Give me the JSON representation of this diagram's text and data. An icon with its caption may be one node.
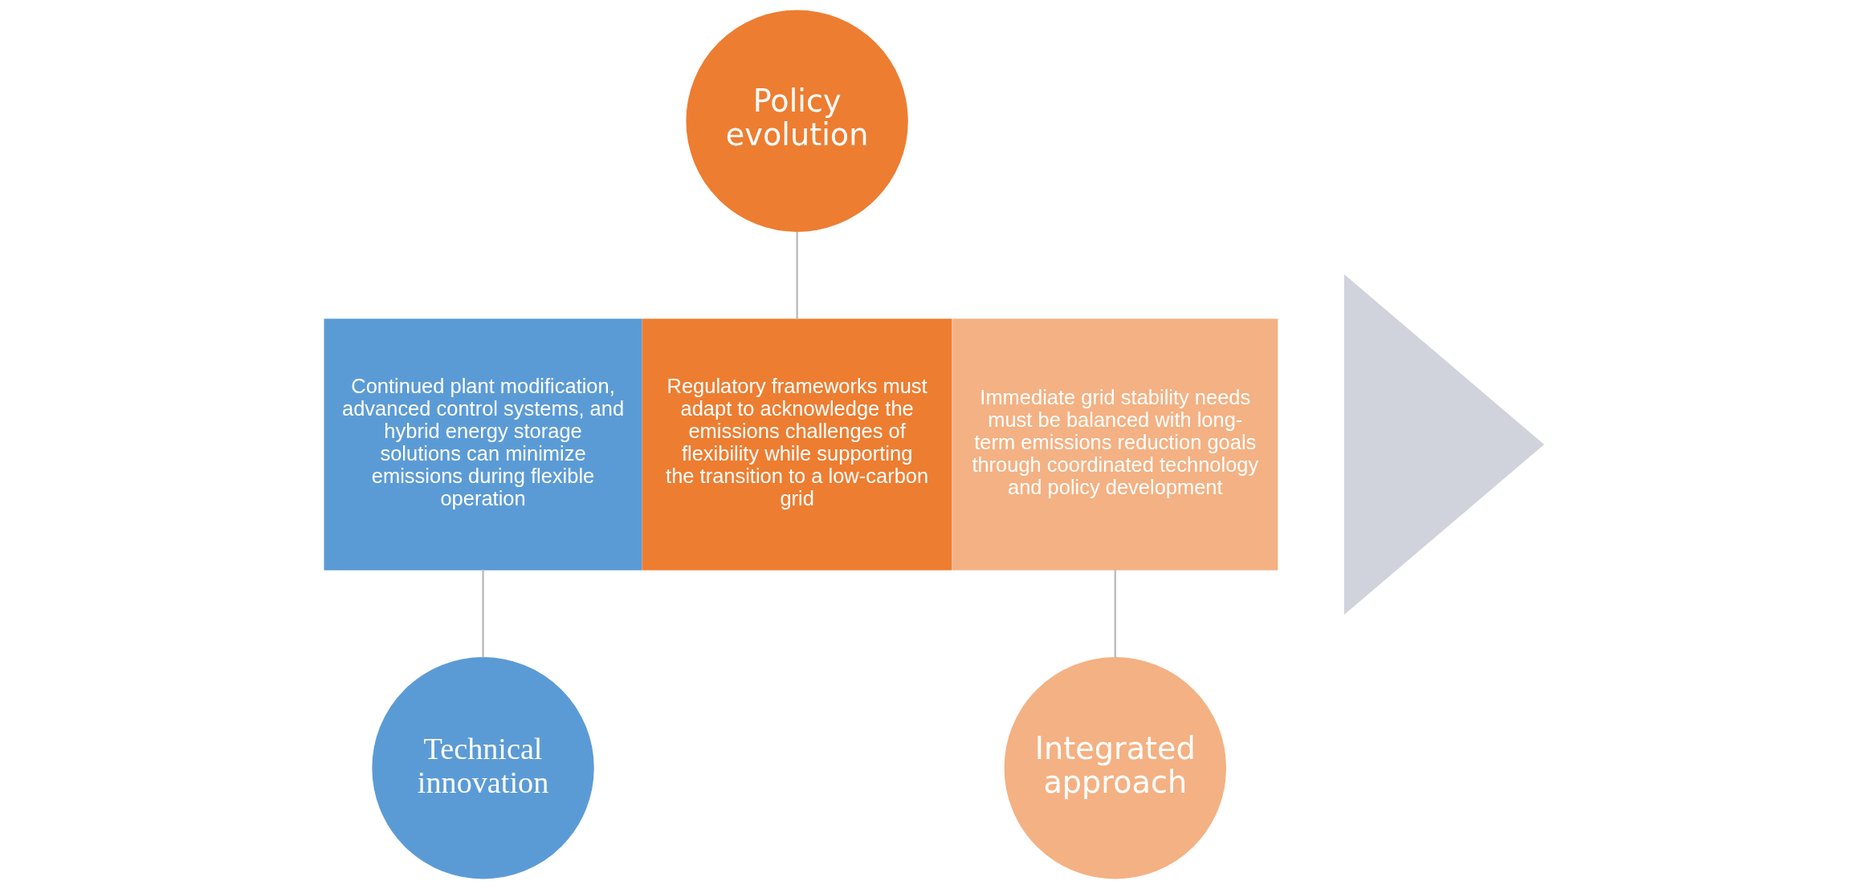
{
  "diagram": {
    "nodes": [
      {
        "text": [
          "Technical innovation"
        ]
      },
      {
        "text": [
          "Continued plant modification, advanced control systems, and hybrid energy storage solutions can minimize emissions during flexible operation"
        ]
      },
      {
        "text": [
          "Policy evolution"
        ]
      },
      {
        "text": [
          "Regulatory frameworks must adapt to acknowledge the emissions challenges of flexibility while supporting the transition to a low-carbon grid"
        ]
      },
      {
        "text": [
          "Integrated approach"
        ]
      },
      {
        "text": [
          "Immediate grid stability needs must be balanced with long-term emissions reduction goals through coordinated technology and policy development"
        ]
      },
      {
        "text": [],
        "shape": "triangle"
      }
    ],
    "edges": [
      {
        "from": 1,
        "to": 0,
        "arrow": "none"
      },
      {
        "from": 2,
        "to": 3,
        "arrow": "none"
      },
      {
        "from": 5,
        "to": 4,
        "arrow": "none"
      }
    ]
  }
}
